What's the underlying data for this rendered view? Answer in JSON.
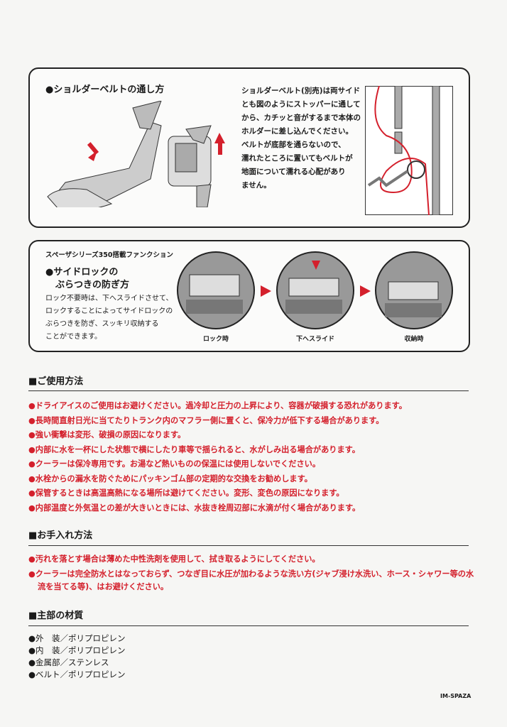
{
  "shoulder_belt": {
    "title": "●ショルダーベルトの通し方",
    "description": [
      "ショルダーベルト(別売)は両サイド",
      "とも図のようにストッパーに通して",
      "から、カチッと音がするまで本体の",
      "ホルダーに差し込んでください。",
      "ベルトが底部を通らないので、",
      "濡れたところに置いてもベルトが",
      "地面について濡れる心配があり",
      "ません。"
    ]
  },
  "side_lock": {
    "series_label": "スペーザシリーズ350搭載ファンクション",
    "title_line1": "●サイドロックの",
    "title_line2": "ぶらつきの防ぎ方",
    "description": [
      "ロック不要時は、下へスライドさせて、",
      "ロックすることによってサイドロックの",
      "ぶらつきを防ぎ、スッキリ収納する",
      "ことができます。"
    ],
    "captions": [
      "ロック時",
      "下へスライド",
      "収納時"
    ]
  },
  "usage": {
    "title": "■ご使用方法",
    "items": [
      "●ドライアイスのご使用はお避けください。過冷却と圧力の上昇により、容器が破損する恐れがあります。",
      "●長時間直射日光に当てたりトランク内のマフラー側に置くと、保冷力が低下する場合があります。",
      "●強い衝撃は変形、破損の原因になります。",
      "●内部に水を一杯にした状態で横にしたり車等で揺られると、水がしみ出る場合があります。",
      "●クーラーは保冷専用です。お湯など熱いものの保温には使用しないでください。",
      "●水栓からの漏水を防ぐためにパッキンゴム部の定期的な交換をお勧めします。",
      "●保管するときは高温高熱になる場所は避けてください。変形、変色の原因になります。",
      "●内部温度と外気温との差が大きいときには、水抜き栓周辺部に水滴が付く場合があります。"
    ]
  },
  "care": {
    "title": "■お手入れ方法",
    "items": [
      "●汚れを落とす場合は薄めた中性洗剤を使用して、拭き取るようにしてください。",
      "●クーラーは完全防水とはなっておらず、つなぎ目に水圧が加わるような洗い方(ジャブ浸け水洗い、ホース・シャワー等の水流を当てる等)、はお避けください。"
    ]
  },
  "materials": {
    "title": "■主部の材質",
    "items": [
      "●外　装／ポリプロピレン",
      "●内　装／ポリプロピレン",
      "●金属部／ステンレス",
      "●ベルト／ポリプロピレン"
    ]
  },
  "footer_code": "IM-SPAZA",
  "colors": {
    "accent_red": "#d4202c"
  }
}
